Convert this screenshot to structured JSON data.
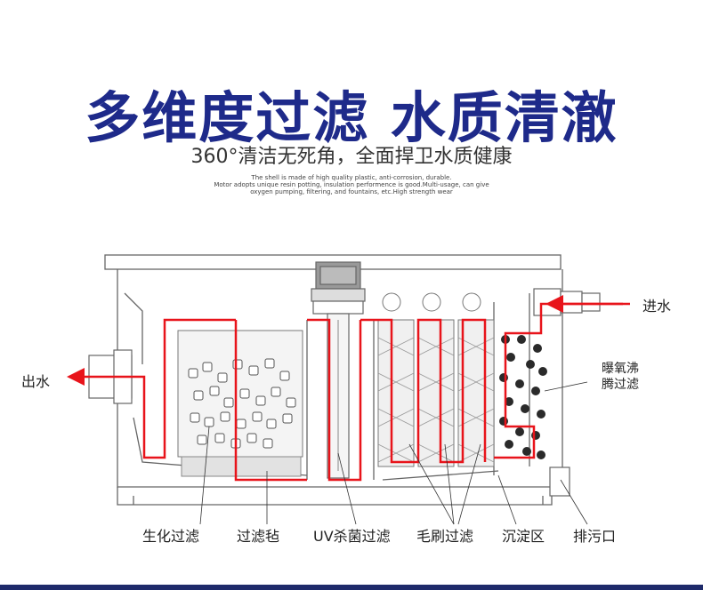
{
  "header": {
    "title": "多维度过滤 水质清澈",
    "subtitle": "360°清洁无死角，全面捍卫水质健康",
    "description": [
      "The shell is made of high quality plastic, anti-corrosion, durable.",
      "Motor adopts unique resin potting, insulation performence is good.Multi-usage, can give",
      "oxygen pumping, filtering, and fountains, etc.High strength wear"
    ]
  },
  "labels": {
    "water_in": "进水",
    "water_out": "出水",
    "aeration_line1": "曝氧沸",
    "aeration_line2": "腾过滤",
    "biochem": "生化过滤",
    "felt": "过滤毡",
    "uv": "UV杀菌过滤",
    "brush": "毛刷过滤",
    "sediment": "沉淀区",
    "drain": "排污口"
  },
  "colors": {
    "title": "#1e2a8a",
    "flow": "#e8141b",
    "outline": "#555555"
  }
}
